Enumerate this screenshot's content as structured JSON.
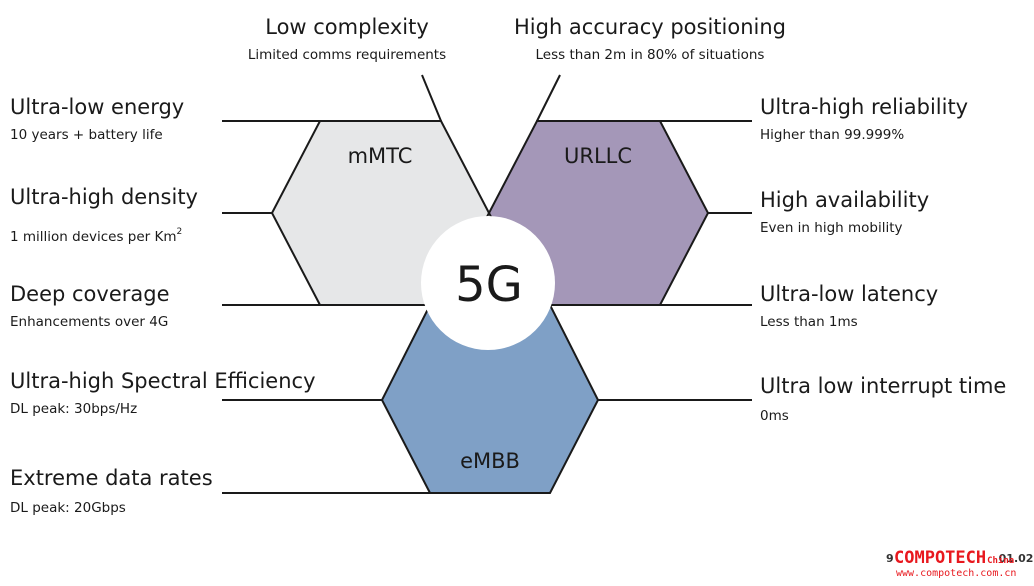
{
  "center": {
    "label": "5G"
  },
  "hexagons": [
    {
      "id": "mmtc",
      "label": "mMTC",
      "color": "#e6e7e8"
    },
    {
      "id": "urllc",
      "label": "URLLC",
      "color": "#a497b8"
    },
    {
      "id": "embb",
      "label": "eMBB",
      "color": "#7fa0c6"
    }
  ],
  "left": [
    {
      "title": "Ultra-low energy",
      "sub": "10 years + battery life"
    },
    {
      "title": "Ultra-high density",
      "sub": "1 million devices per Km",
      "sup": "2"
    },
    {
      "title": "Deep coverage",
      "sub": "Enhancements over 4G"
    },
    {
      "title": "Ultra-high Spectral Efficiency",
      "sub": "DL peak: 30bps/Hz"
    },
    {
      "title": "Extreme data rates",
      "sub": "DL peak: 20Gbps"
    }
  ],
  "right": [
    {
      "title": "Ultra-high reliability",
      "sub": "Higher than 99.999%"
    },
    {
      "title": "High availability",
      "sub": "Even in high mobility"
    },
    {
      "title": "Ultra-low latency",
      "sub": "Less than 1ms"
    },
    {
      "title": "Ultra low interrupt time",
      "sub": "0ms"
    }
  ],
  "top": [
    {
      "title": "Low complexity",
      "sub": "Limited comms requirements"
    },
    {
      "title": "High accuracy positioning",
      "sub": "Less than 2m in 80% of situations"
    }
  ],
  "watermark": {
    "code": "9",
    "code_suffix": "01.02",
    "brand": "COMPOTECH",
    "brand_suffix": "China",
    "url": "www.compotech.com.cn"
  },
  "colors": {
    "line": "#1a1a1a",
    "circle": "#ffffff"
  }
}
